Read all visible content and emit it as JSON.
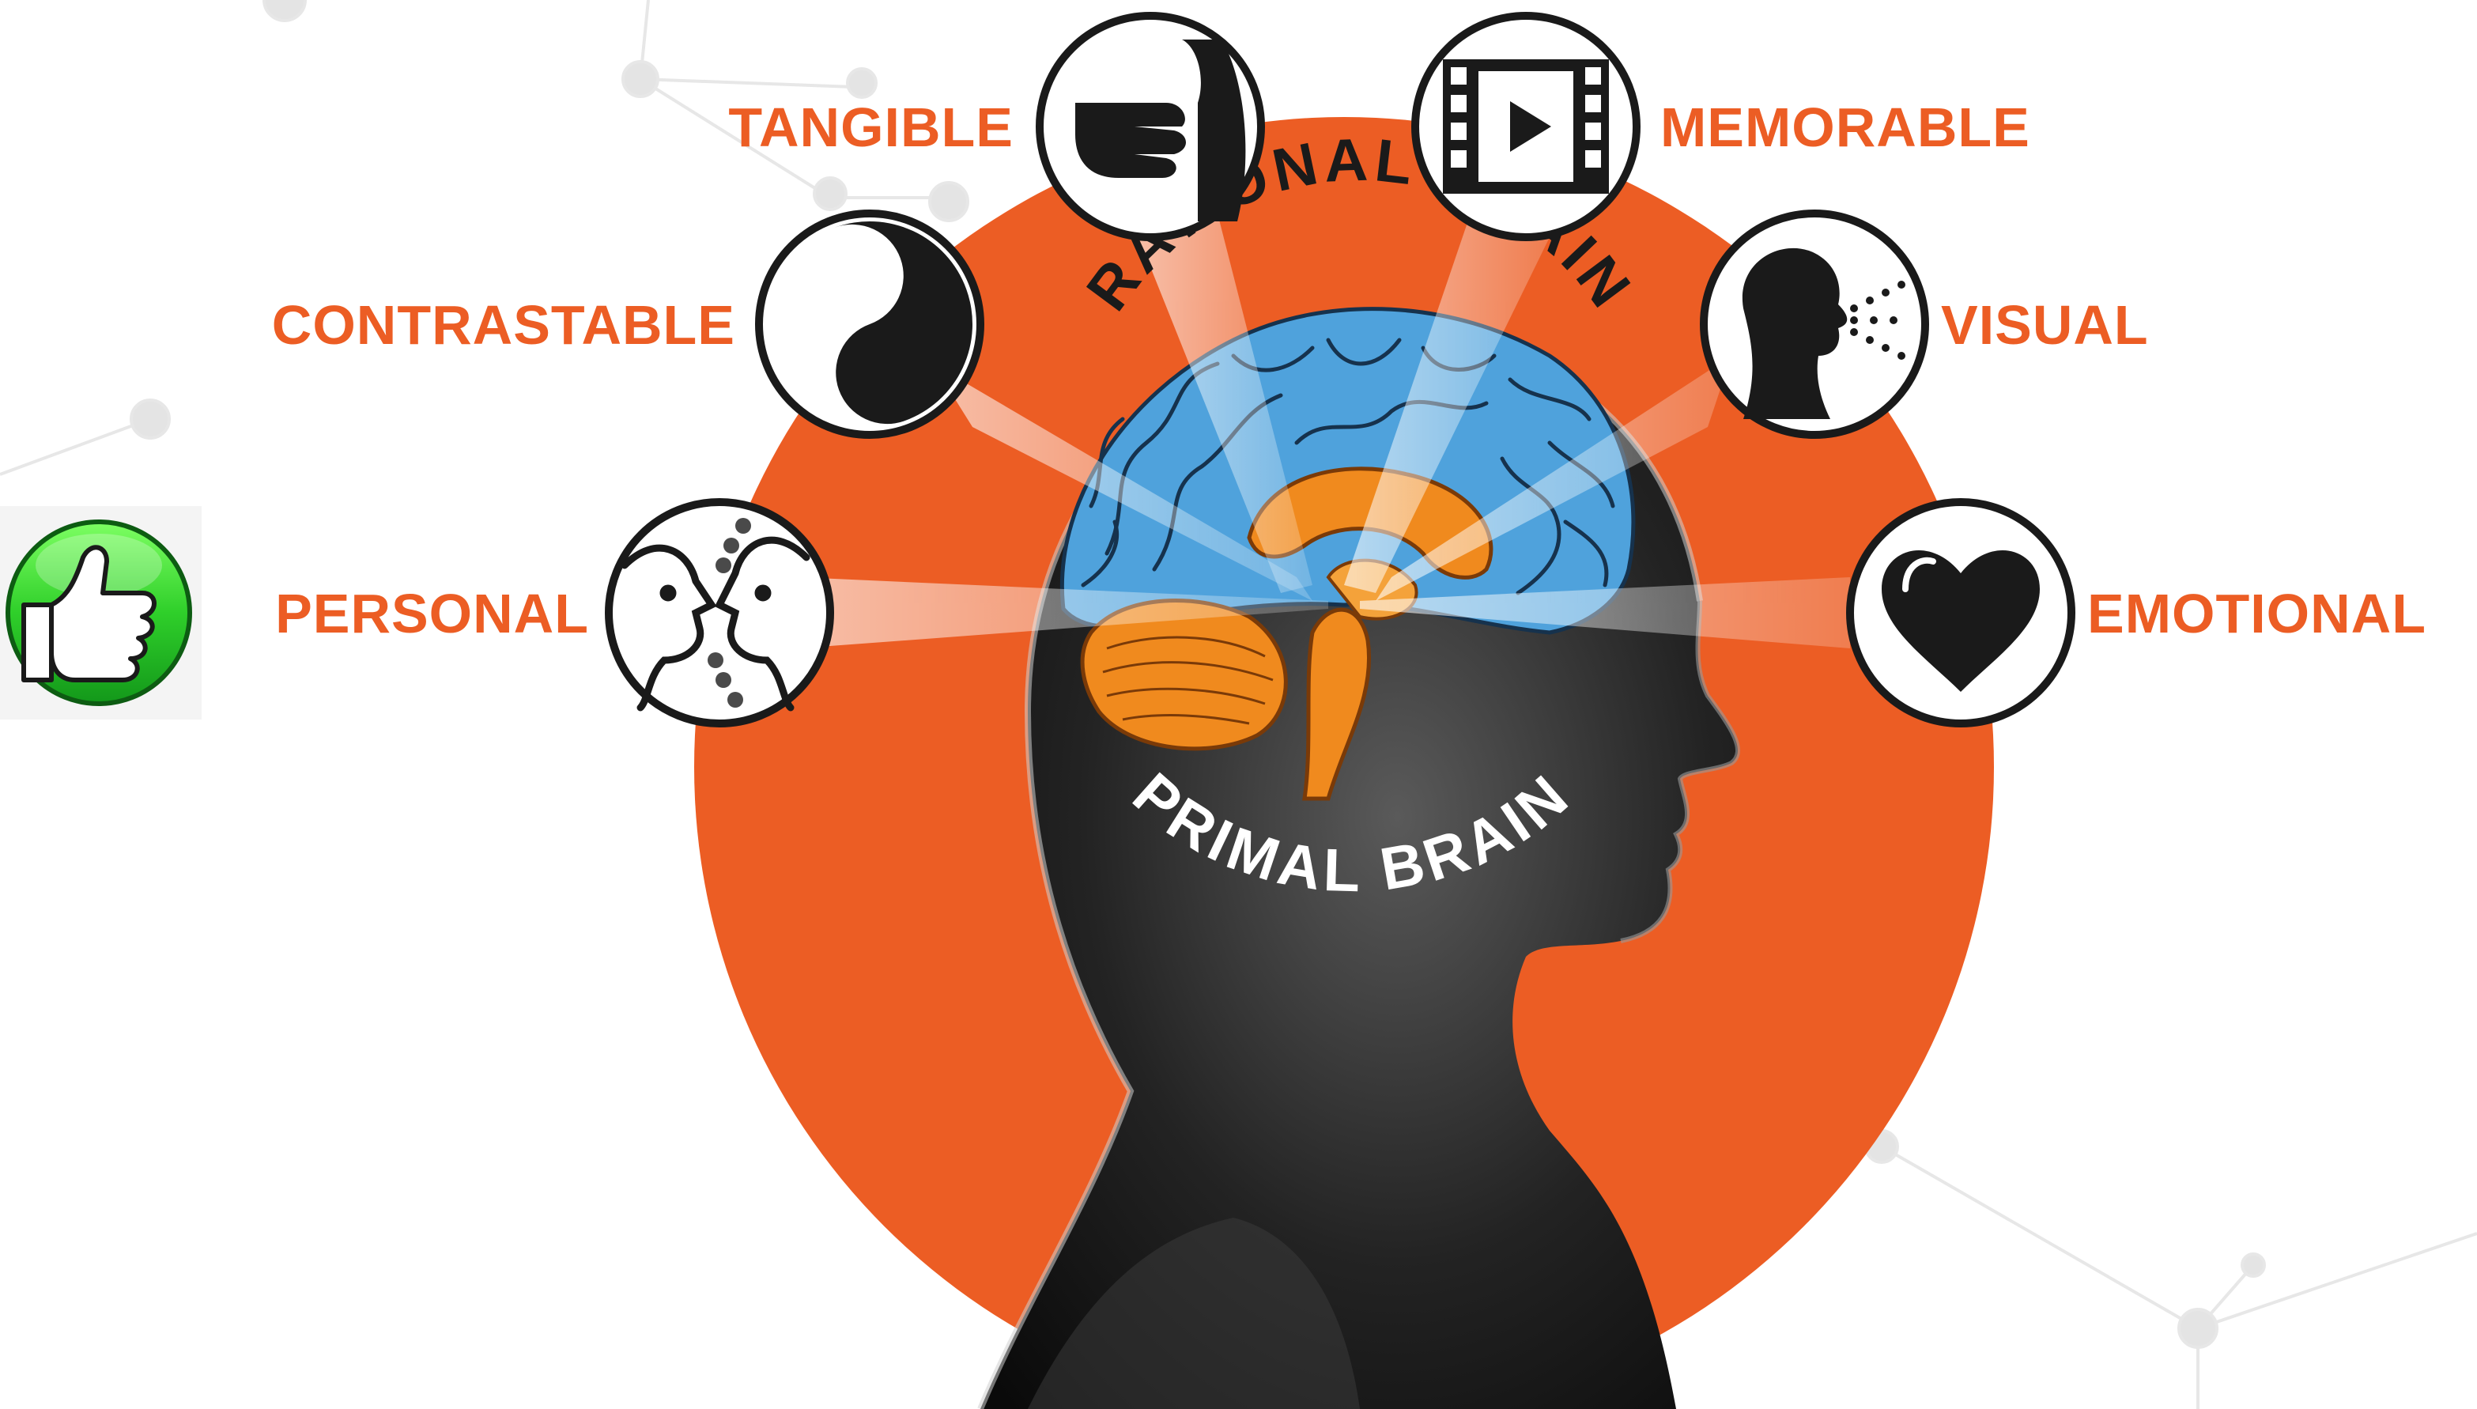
{
  "colors": {
    "accent_orange": "#ec5d24",
    "rational_brain_blue": "#4fa2dc",
    "primal_brain_orange": "#f08a1e",
    "icon_ring": "#1a1a1a",
    "thumb_green": "#2fcf2a"
  },
  "diagram": {
    "rational_brain_label": "RATIONAL BRAIN",
    "primal_brain_label": "PRIMAL BRAIN",
    "stimuli": [
      {
        "label": "TANGIBLE",
        "icon": "pointing-hand-icon"
      },
      {
        "label": "MEMORABLE",
        "icon": "film-play-icon"
      },
      {
        "label": "CONTRASTABLE",
        "icon": "yin-yang-icon"
      },
      {
        "label": "VISUAL",
        "icon": "viewer-profile-icon"
      },
      {
        "label": "PERSONAL",
        "icon": "two-faces-icon"
      },
      {
        "label": "EMOTIONAL",
        "icon": "heart-icon"
      }
    ],
    "badge": {
      "icon": "thumbs-up-icon"
    }
  }
}
